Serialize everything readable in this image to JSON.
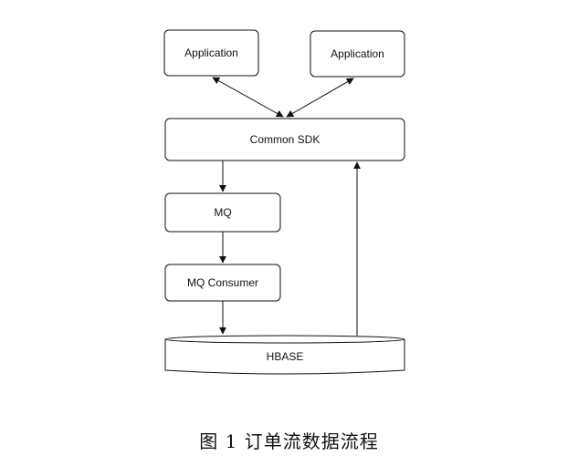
{
  "nodes": {
    "app_left": "Application",
    "app_right": "Application",
    "sdk": "Common SDK",
    "mq": "MQ",
    "mq_consumer": "MQ Consumer",
    "hbase": "HBASE"
  },
  "caption": "图 1  订单流数据流程",
  "colors": {
    "stroke": "#111111",
    "fill": "#ffffff",
    "text": "#111111"
  }
}
